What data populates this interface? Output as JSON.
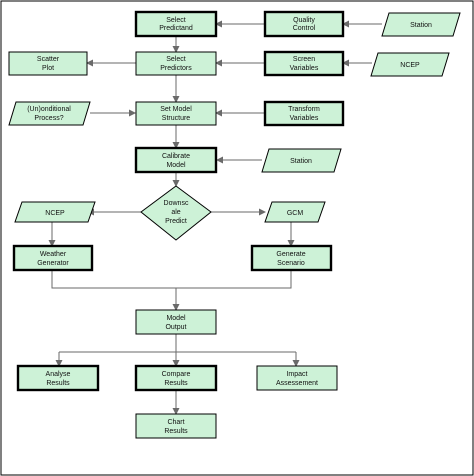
{
  "nodes": {
    "select_predictand": [
      "Select",
      "Predictand"
    ],
    "quality_control": [
      "Quality",
      "Control"
    ],
    "station_top": [
      "Station"
    ],
    "scatter_plot": [
      "Scatter",
      "Plot"
    ],
    "select_predictors": [
      "Select",
      "Predictors"
    ],
    "screen_variables": [
      "Screen",
      "Variables"
    ],
    "ncep_top": [
      "NCEP"
    ],
    "unconditional_process": [
      "(Un)onditional",
      "Process?"
    ],
    "set_model_structure": [
      "Set Model",
      "Structure"
    ],
    "transform_variables": [
      "Transform",
      "Variables"
    ],
    "calibrate_model": [
      "Calibrate",
      "Model"
    ],
    "station_mid": [
      "Station"
    ],
    "downscale_predict": [
      "Downsc",
      "ale",
      "Predict"
    ],
    "ncep_mid": [
      "NCEP"
    ],
    "gcm": [
      "GCM"
    ],
    "weather_generator": [
      "Weather",
      "Generator"
    ],
    "generate_scenario": [
      "Generate",
      "Scenario"
    ],
    "model_output": [
      "Model",
      "Output"
    ],
    "analyse_results": [
      "Analyse",
      "Results"
    ],
    "compare_results": [
      "Compare",
      "Results"
    ],
    "impact_assessment": [
      "Impact",
      "Assessement"
    ],
    "chart_results": [
      "Chart",
      "Results"
    ]
  }
}
